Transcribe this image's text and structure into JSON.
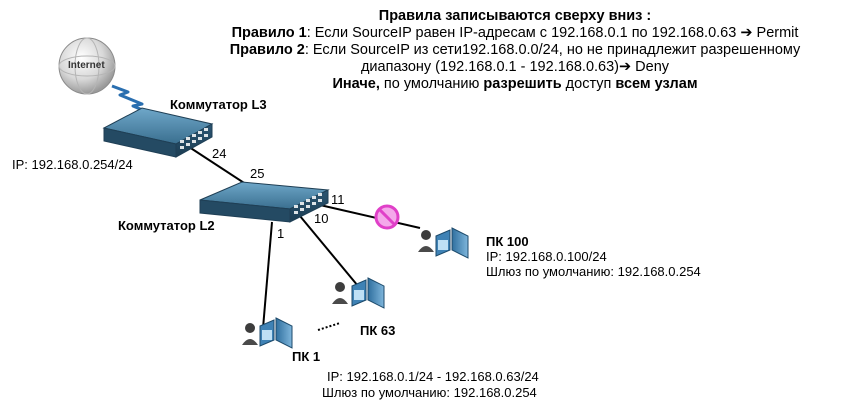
{
  "rules": {
    "heading": "Правила записываются сверху вниз :",
    "rule1": {
      "label": "Правило 1",
      "text": ": Если SourceIP равен IP-адресам с 192.168.0.1 по 192.168.0.63 ➔ Permit"
    },
    "rule2": {
      "label": "Правило 2",
      "text": ": Если SourceIP из сети192.168.0.0/24, но не принадлежит разрешенному",
      "text_cont": "диапазону (192.168.0.1 - 192.168.0.63)➔ Deny"
    },
    "default": {
      "w1": "Иначе,",
      "w2": " по умолчанию ",
      "w3": "разрешить",
      "w4": " доступ ",
      "w5": "всем узлам"
    }
  },
  "internet": {
    "label": "Internet"
  },
  "switch_l3": {
    "label": "Коммутатор L3",
    "ip": "IP: 192.168.0.254/24",
    "port": "24"
  },
  "switch_l2": {
    "label": "Коммутатор L2",
    "port_uplink": "25",
    "port_pc100": "11",
    "port_pc63": "10",
    "port_pc1": "1"
  },
  "pc100": {
    "label": "ПК 100",
    "ip": "IP: 192.168.0.100/24",
    "gateway": "Шлюз по умолчанию: 192.168.0.254"
  },
  "pc63": {
    "label": "ПК 63"
  },
  "pc1": {
    "label": "ПК 1"
  },
  "range": {
    "ip": "IP: 192.168.0.1/24 - 192.168.0.63/24",
    "gateway": "Шлюз по умолчанию: 192.168.0.254"
  },
  "colors": {
    "switch_body": "#3a6f8f",
    "deny_sign": "#e040c8",
    "lightning": "#2a6fb0",
    "pc": "#4a90c0"
  },
  "icons": [
    "internet-globe-icon",
    "lightning-icon",
    "switch-icon",
    "deny-icon",
    "pc-icon",
    "user-icon"
  ]
}
